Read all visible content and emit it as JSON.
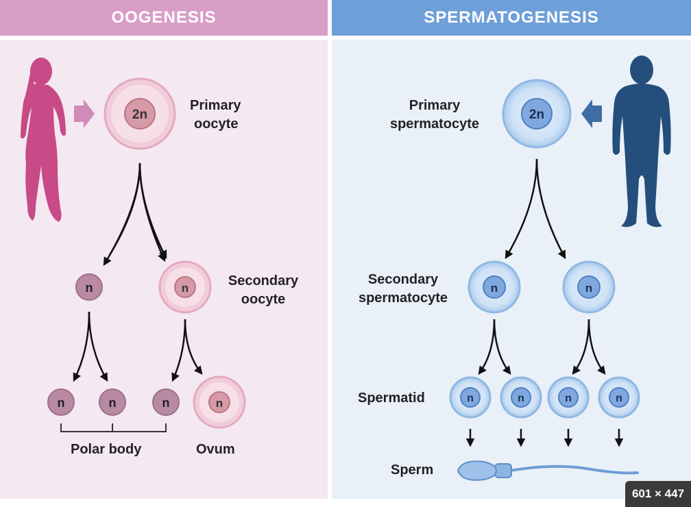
{
  "colors": {
    "oogenesis_header": "#d89ec6",
    "oogenesis_bg": "#f4e8f1",
    "spermatogenesis_header": "#6e9fd8",
    "spermatogenesis_bg": "#e9f0f8",
    "female_silhouette": "#c84a86",
    "male_silhouette": "#244f7c"
  },
  "oogenesis": {
    "title": "OOGENESIS",
    "primary_cell": "2n",
    "primary_label_line1": "Primary",
    "primary_label_line2": "oocyte",
    "polar_cell": "n",
    "secondary_cell": "n",
    "secondary_label_line1": "Secondary",
    "secondary_label_line2": "oocyte",
    "final_cells": [
      "n",
      "n",
      "n",
      "n"
    ],
    "polar_body_label": "Polar body",
    "ovum_label": "Ovum"
  },
  "spermatogenesis": {
    "title": "SPERMATOGENESIS",
    "primary_cell": "2n",
    "primary_label_line1": "Primary",
    "primary_label_line2": "spermatocyte",
    "secondary_cells": [
      "n",
      "n"
    ],
    "secondary_label_line1": "Secondary",
    "secondary_label_line2": "spermatocyte",
    "spermatid_cells": [
      "n",
      "n",
      "n",
      "n"
    ],
    "spermatid_label": "Spermatid",
    "sperm_label": "Sperm"
  },
  "image_size_badge": "601 × 447"
}
